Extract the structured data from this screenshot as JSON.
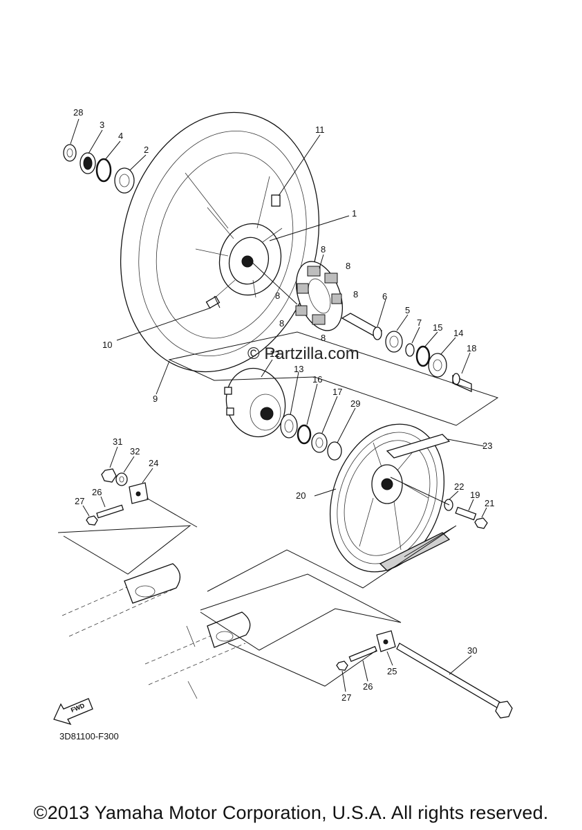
{
  "diagram_code": "3D81100-F300",
  "copyright": "©2013 Yamaha Motor Corporation, U.S.A. All rights reserved.",
  "watermark": "© Partzilla.com",
  "fwd_label": "FWD",
  "callouts": {
    "c1": "1",
    "c2": "2",
    "c3": "3",
    "c4": "4",
    "c5": "5",
    "c6": "6",
    "c7": "7",
    "c8a": "8",
    "c8b": "8",
    "c8c": "8",
    "c8d": "8",
    "c8e": "8",
    "c8f": "8",
    "c9": "9",
    "c10": "10",
    "c11": "11",
    "c12": "12",
    "c13": "13",
    "c14": "14",
    "c15": "15",
    "c16": "16",
    "c17": "17",
    "c18": "18",
    "c19": "19",
    "c20": "20",
    "c21": "21",
    "c22": "22",
    "c23": "23",
    "c24": "24",
    "c25": "25",
    "c26a": "26",
    "c26b": "26",
    "c27a": "27",
    "c27b": "27",
    "c28": "28",
    "c29": "29",
    "c30": "30",
    "c31": "31",
    "c32": "32"
  }
}
